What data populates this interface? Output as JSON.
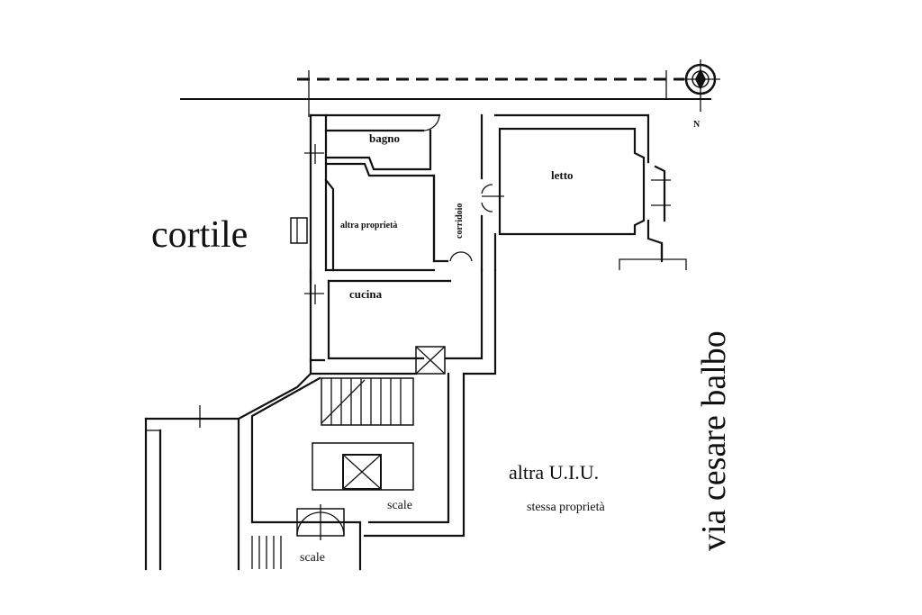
{
  "labels": {
    "courtyard": "cortile",
    "street": "via cesare balbo",
    "bathroom": "bagno",
    "bedroom": "letto",
    "other_property": "altra  proprietà",
    "corridor": "corridoio",
    "kitchen": "cucina",
    "stairs_main": "scale",
    "stairs_lower": "scale",
    "other_unit": "altra   U.I.U.",
    "same_property": "stessa  proprietà",
    "north": "N"
  }
}
